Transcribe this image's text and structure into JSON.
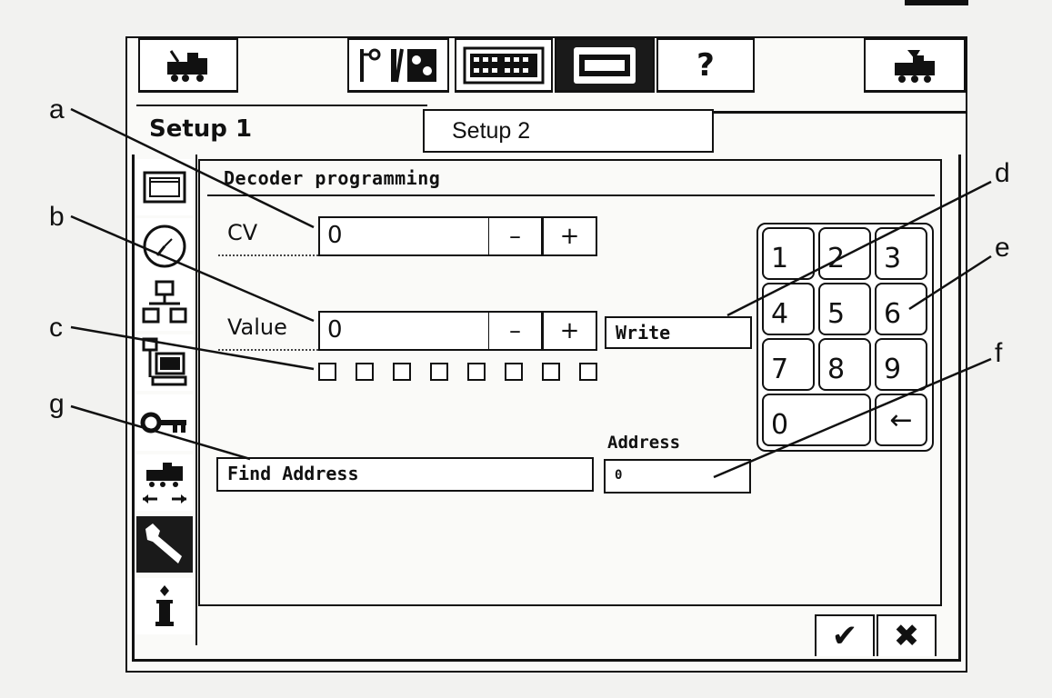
{
  "toolbar": {
    "items": [
      {
        "name": "locomotive-icon"
      },
      {
        "name": "signal-icon"
      },
      {
        "name": "keyboard-icon"
      },
      {
        "name": "control-panel-icon"
      },
      {
        "name": "help-button",
        "label": "?"
      },
      {
        "name": "loco-settings-icon"
      }
    ]
  },
  "tabs": [
    {
      "label": "Setup 1",
      "active": true
    },
    {
      "label": "Setup 2",
      "active": false
    }
  ],
  "sidebar": {
    "items": [
      "display-icon",
      "clock-icon",
      "network-icon",
      "computer-icon",
      "key-icon",
      "locomotive-direction-icon",
      "wrench-icon",
      "info-icon"
    ],
    "active": "wrench-icon"
  },
  "panel": {
    "title": "Decoder programming",
    "cv": {
      "label": "CV",
      "value": "0",
      "minus": "–",
      "plus": "+"
    },
    "value": {
      "label": "Value",
      "value": "0",
      "minus": "–",
      "plus": "+"
    },
    "write_label": "Write",
    "find_address_label": "Find Address",
    "address": {
      "label": "Address",
      "value": "0"
    },
    "bits_count": 8
  },
  "keypad": {
    "keys": [
      "1",
      "2",
      "3",
      "4",
      "5",
      "6",
      "7",
      "8",
      "9",
      "0",
      "←"
    ]
  },
  "footer": {
    "ok": "✔",
    "cancel": "✖"
  },
  "annotations": [
    "a",
    "b",
    "c",
    "d",
    "e",
    "f",
    "g"
  ],
  "colors": {
    "ink": "#111111",
    "background": "#f2f2f0",
    "active": "#1a1a1a"
  }
}
